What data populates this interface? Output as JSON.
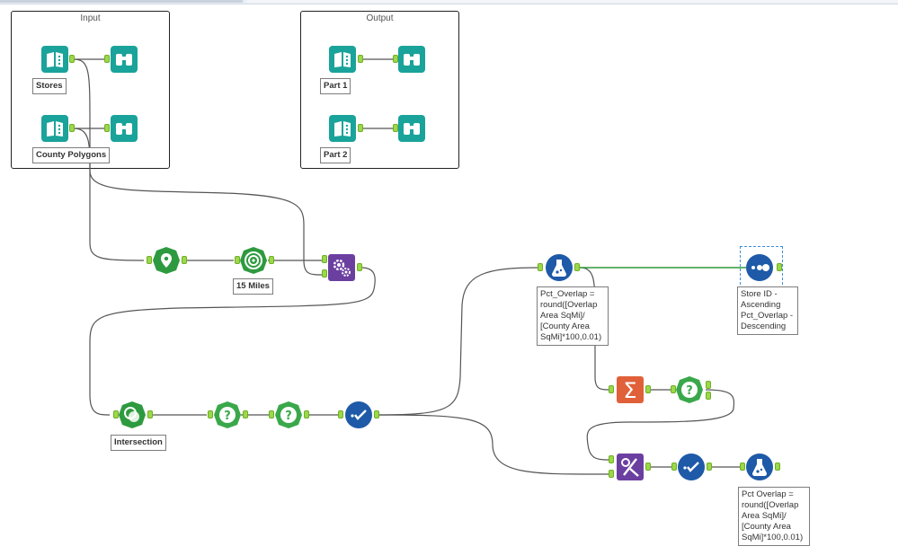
{
  "containers": {
    "input": {
      "title": "Input"
    },
    "output": {
      "title": "Output"
    }
  },
  "labels": {
    "stores": "Stores",
    "county_polygons": "County Polygons",
    "part1": "Part 1",
    "part2": "Part 2",
    "miles": "15 Miles",
    "intersection": "Intersection",
    "pct_formula_top": "Pct_Overlap =\nround([Overlap\nArea SqMi]/\n[County Area\nSqMi]*100,0.01)",
    "sort_desc": "Store ID -\nAscending\nPct_Overlap -\nDescending",
    "pct_formula_bottom": "Pct Overlap =\nround([Overlap\nArea SqMi]/\n[County Area\nSqMi]*100,0.01)"
  },
  "colors": {
    "input_tool": "#1aa39a",
    "spatial_green": "#2e9a3f",
    "filter_green": "#3aa84a",
    "spatial_purple": "#6b3fa0",
    "summarize_orange": "#e0603a",
    "select_blue": "#1e5aa8",
    "wire": "#555555",
    "wire_selected": "#2e9a3f"
  },
  "icons": {
    "input": "book-icon",
    "browse": "binoculars-icon",
    "create_points": "map-pin-icon",
    "trade_area": "target-icon",
    "spatial_match": "gears-icon",
    "spatial_process": "intersect-icon",
    "filter": "question-icon",
    "select": "checkmark-icon",
    "formula": "flask-icon",
    "sort": "dots-icon",
    "summarize": "sigma-icon",
    "join": "percent-icon"
  }
}
